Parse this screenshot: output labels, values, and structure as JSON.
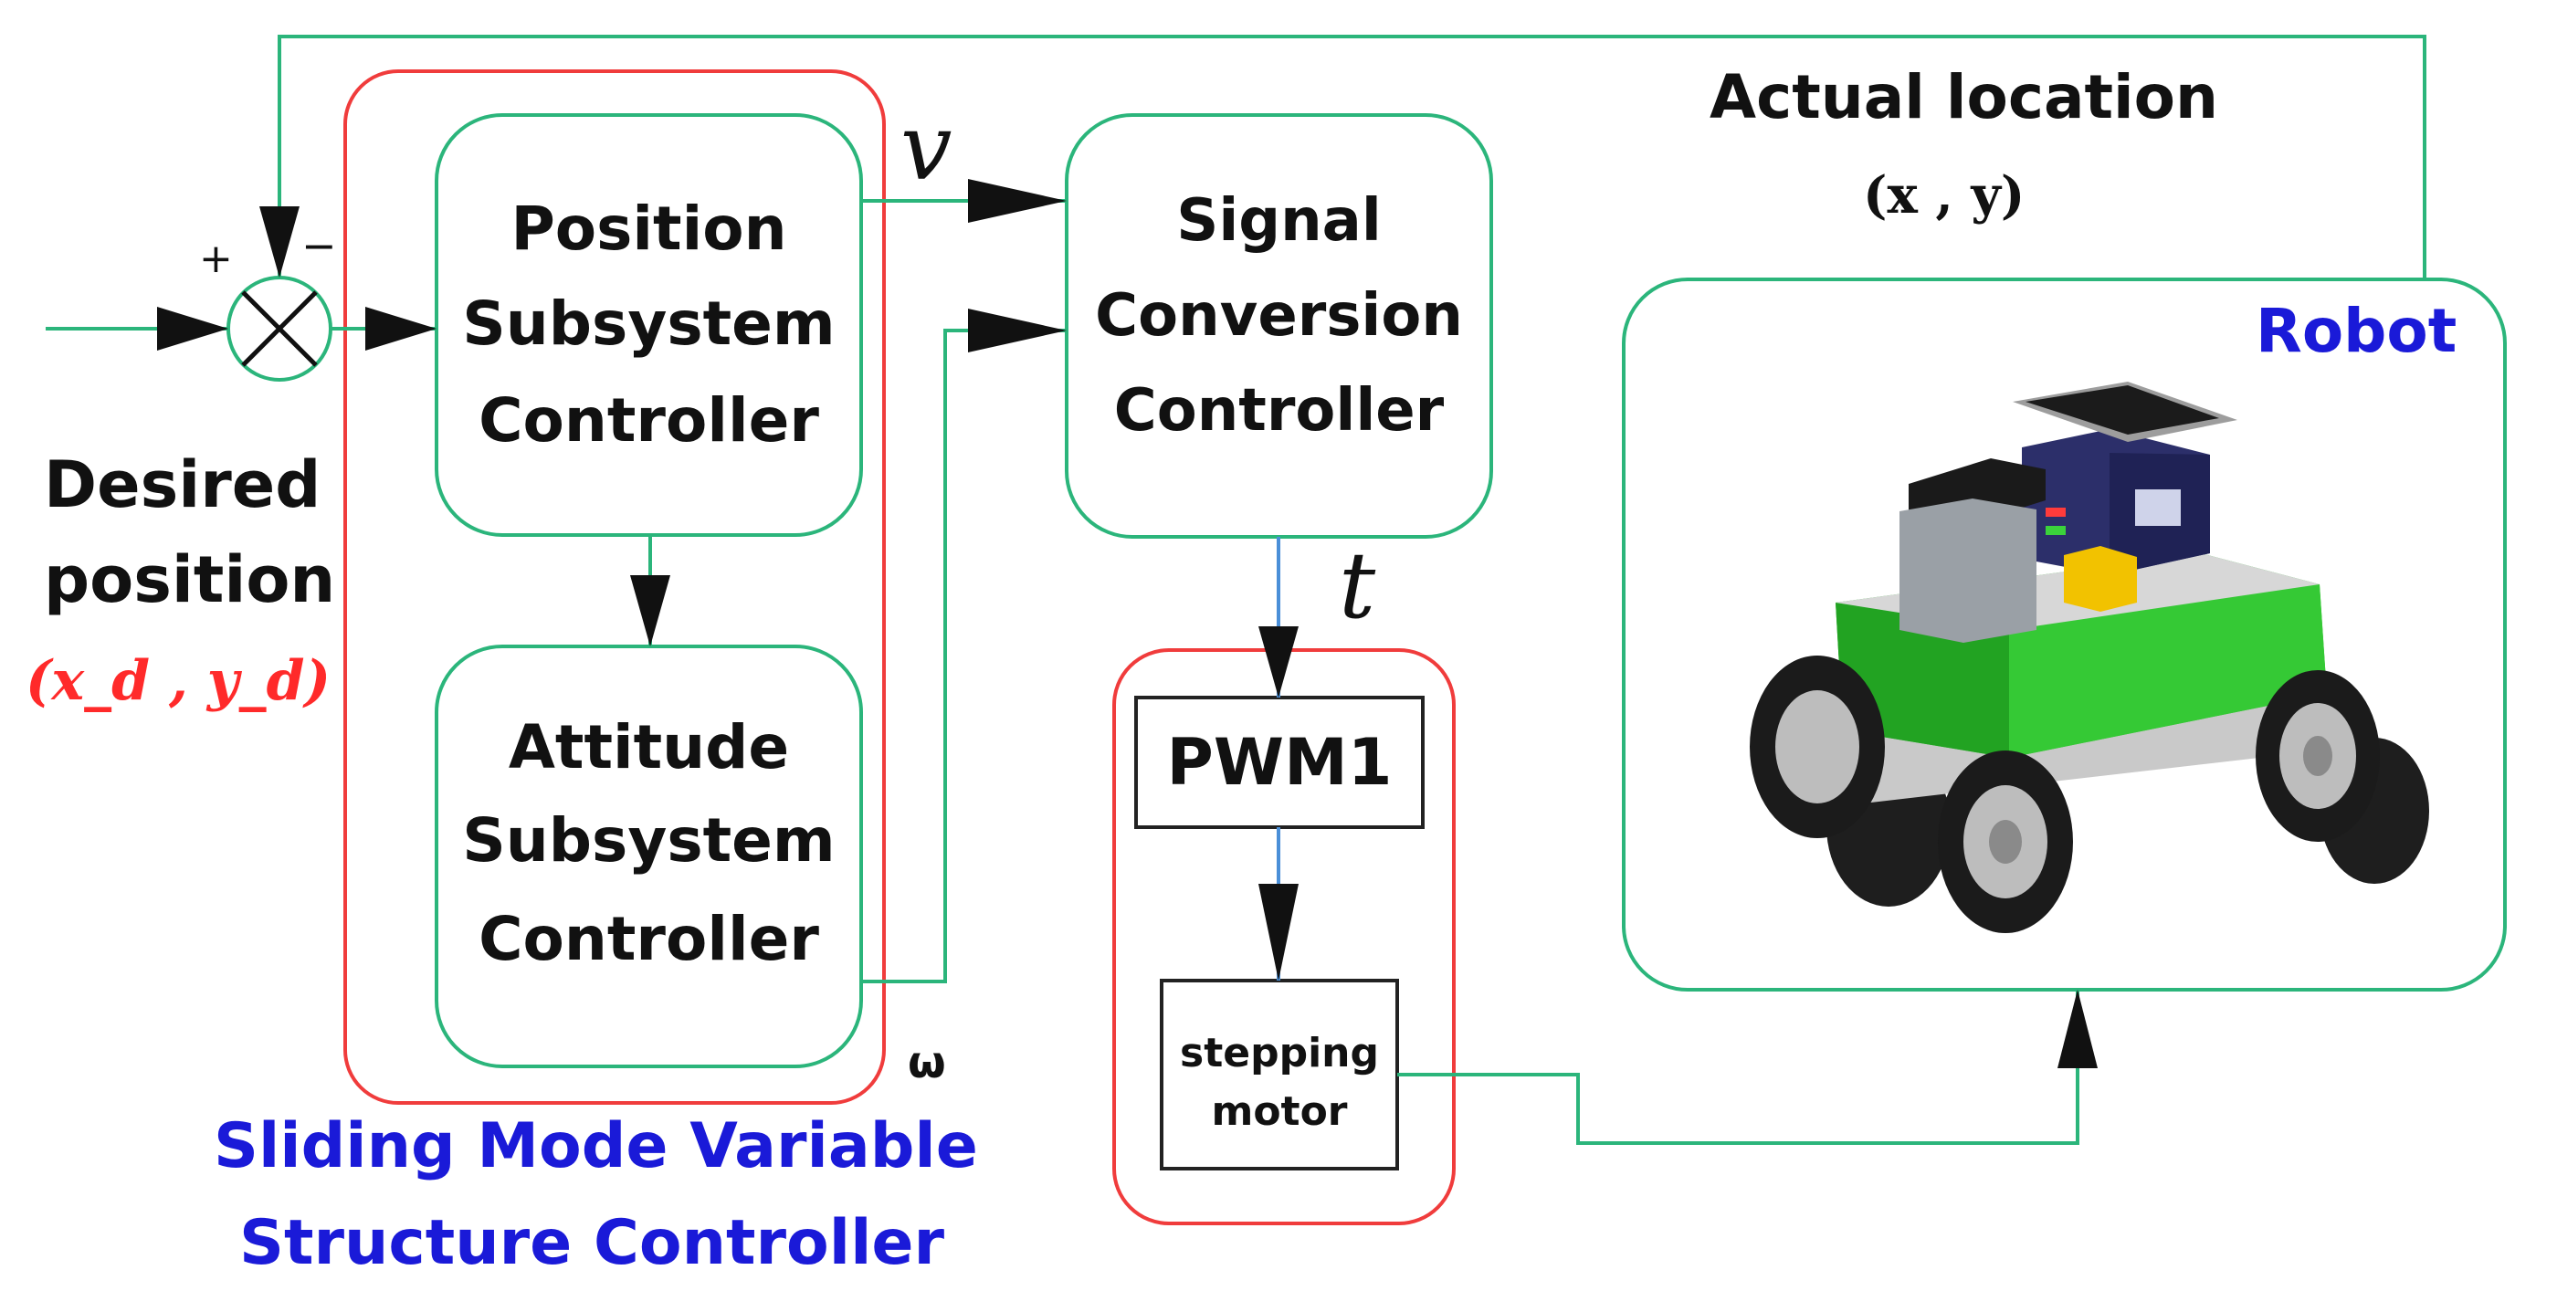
{
  "colors": {
    "signal_line": "#2bb57b",
    "red_frame": "#f03c3c",
    "black": "#111111",
    "blue_text": "#1a1ad8",
    "red_text": "#ff2a2a",
    "robot_body": "#2fbf2f"
  },
  "input": {
    "desired_line1": "Desired",
    "desired_line2": "position",
    "desired_coords": "(x_d , y_d)"
  },
  "summing_junction": {
    "plus": "+",
    "minus": "−"
  },
  "blocks": {
    "position": {
      "line1": "Position",
      "line2": "Subsystem",
      "line3": "Controller"
    },
    "attitude": {
      "line1": "Attitude",
      "line2": "Subsystem",
      "line3": "Controller"
    },
    "signal": {
      "line1": "Signal",
      "line2": "Conversion",
      "line3": "Controller"
    },
    "pwm": "PWM1",
    "stepping": {
      "line1": "stepping",
      "line2": "motor"
    },
    "robot_title": "Robot"
  },
  "signals": {
    "v": "v",
    "t": "t",
    "omega": "ω"
  },
  "output": {
    "actual_label": "Actual location",
    "actual_coords": "(x , y)"
  },
  "smvsc": {
    "line1": "Sliding Mode Variable",
    "line2": "Structure Controller"
  },
  "icons": [
    "summing-junction-icon",
    "robot-illustration"
  ]
}
